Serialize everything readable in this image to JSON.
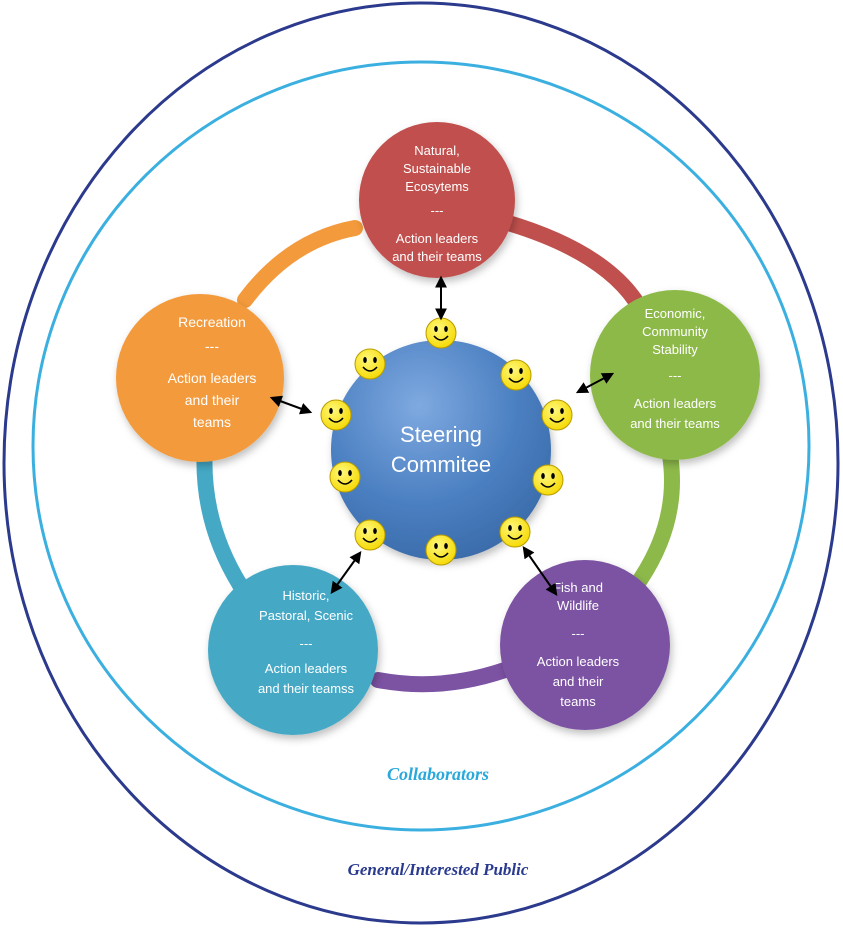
{
  "diagram": {
    "center": {
      "lines": [
        "Steering",
        "Commitee"
      ]
    },
    "nodes": [
      {
        "id": "ecosystems",
        "lines": [
          "Natural,",
          "Sustainable",
          "Ecosytems",
          "---",
          "Action leaders",
          "and  their teams"
        ],
        "color": "#c0504d"
      },
      {
        "id": "economic",
        "lines": [
          "Economic,",
          "Community",
          "Stability",
          "---",
          "Action leaders",
          "and  their teams"
        ],
        "color": "#8db94a"
      },
      {
        "id": "wildlife",
        "lines": [
          "Fish and",
          "Wildlife",
          "---",
          "Action leaders",
          "and  their",
          "teams"
        ],
        "color": "#7c52a3"
      },
      {
        "id": "historic",
        "lines": [
          "Historic,",
          "Pastoral, Scenic",
          "---",
          "Action leaders",
          "and  their teamss"
        ],
        "color": "#45a9c6"
      },
      {
        "id": "recreation",
        "lines": [
          "Recreation",
          "---",
          "Action leaders",
          "and  their",
          "teams"
        ],
        "color": "#f39a3c"
      }
    ],
    "inner_label": "Collaborators",
    "outer_label": "General/Interested Public",
    "colors": {
      "center": "#4a7fc1",
      "inner_ring": "#3bb0e0",
      "outer_ring": "#2b3a8c",
      "inner_label": "#29a8dc",
      "outer_label": "#2a3b8f",
      "smiley": "#ffea00",
      "arrow": "#000000"
    },
    "smiley_count": 10
  }
}
